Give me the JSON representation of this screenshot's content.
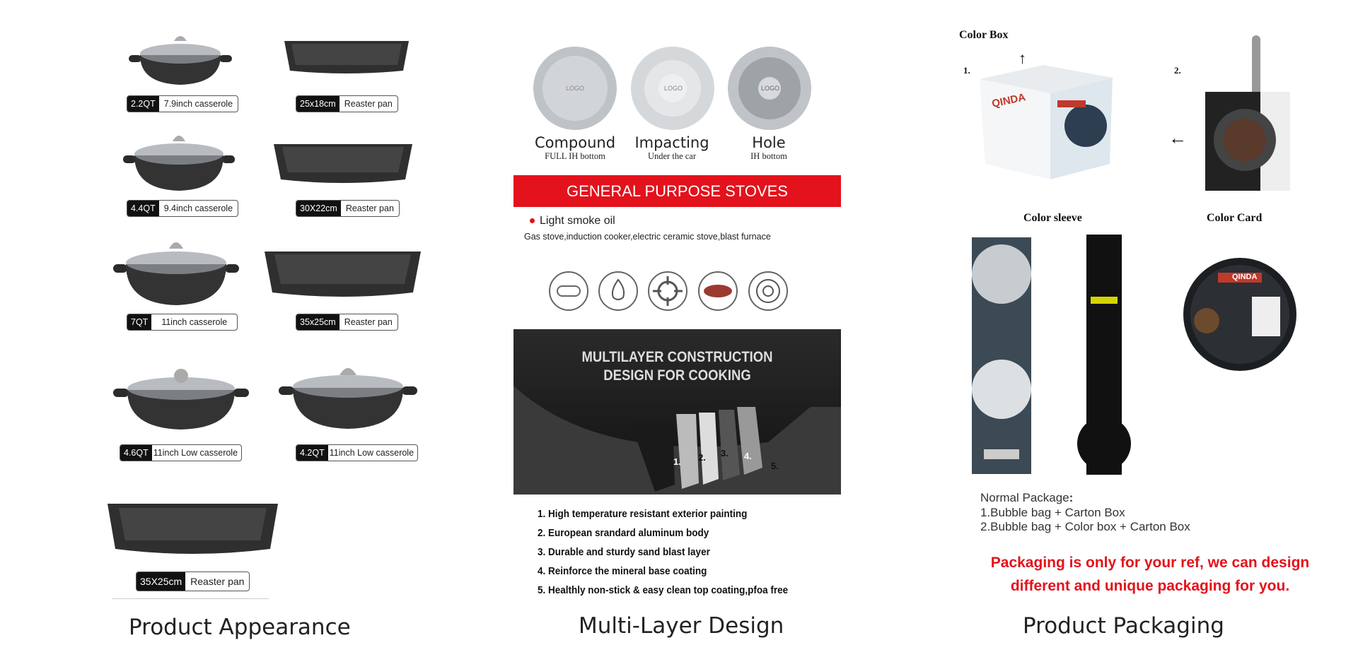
{
  "appearance": {
    "caption": "Product Appearance",
    "items": [
      {
        "size": "2.2QT",
        "name": "7.9inch casserole"
      },
      {
        "size": "25x18cm",
        "name": "Reaster pan"
      },
      {
        "size": "4.4QT",
        "name": "9.4inch casserole"
      },
      {
        "size": "30X22cm",
        "name": "Reaster pan"
      },
      {
        "size": "7QT",
        "name": "11inch casserole"
      },
      {
        "size": "35x25cm",
        "name": "Reaster pan"
      },
      {
        "size": "4.6QT",
        "name": "11inch Low casserole"
      },
      {
        "size": "4.2QT",
        "name": "11inch Low casserole"
      },
      {
        "size": "35X25cm",
        "name": "Reaster pan"
      }
    ]
  },
  "multilayer": {
    "caption": "Multi-Layer Design",
    "bottoms": [
      {
        "title": "Compound",
        "sub": "FULL IH bottom",
        "logo": "LOGO"
      },
      {
        "title": "Impacting",
        "sub": "Under the car",
        "logo": "LOGO"
      },
      {
        "title": "Hole",
        "sub": "IH bottom",
        "logo": "LOGO"
      }
    ],
    "banner": "GENERAL PURPOSE STOVES",
    "bullet": "Light smoke oil",
    "stoves": "Gas stove,induction cooker,electric ceramic stove,blast furnace",
    "construction_title_1": "MULTILAYER CONSTRUCTION",
    "construction_title_2": "DESIGN FOR COOKING",
    "layer_numbers": [
      "1.",
      "2.",
      "3.",
      "4.",
      "5."
    ],
    "layers": [
      "1. High temperature resistant exterior painting",
      "2. European srandard aluminum body",
      "3. Durable and sturdy sand blast layer",
      "4. Reinforce the mineral base coating",
      "5. Healthly non-stick & easy clean top coating,pfoa free"
    ]
  },
  "packaging": {
    "caption": "Product Packaging",
    "color_box": "Color Box",
    "num1": "1.",
    "num2": "2.",
    "color_sleeve": "Color sleeve",
    "color_card": "Color Card",
    "brand": "QINDA",
    "normal_title": "Normal Package",
    "normal_colon": ":",
    "normal_1": "1.Bubble bag + Carton Box",
    "normal_2": "2.Bubble bag + Color box + Carton Box",
    "note_1": "Packaging is only for your ref, we can design",
    "note_2": "different and unique packaging for you.",
    "accent": "#e3121c"
  }
}
